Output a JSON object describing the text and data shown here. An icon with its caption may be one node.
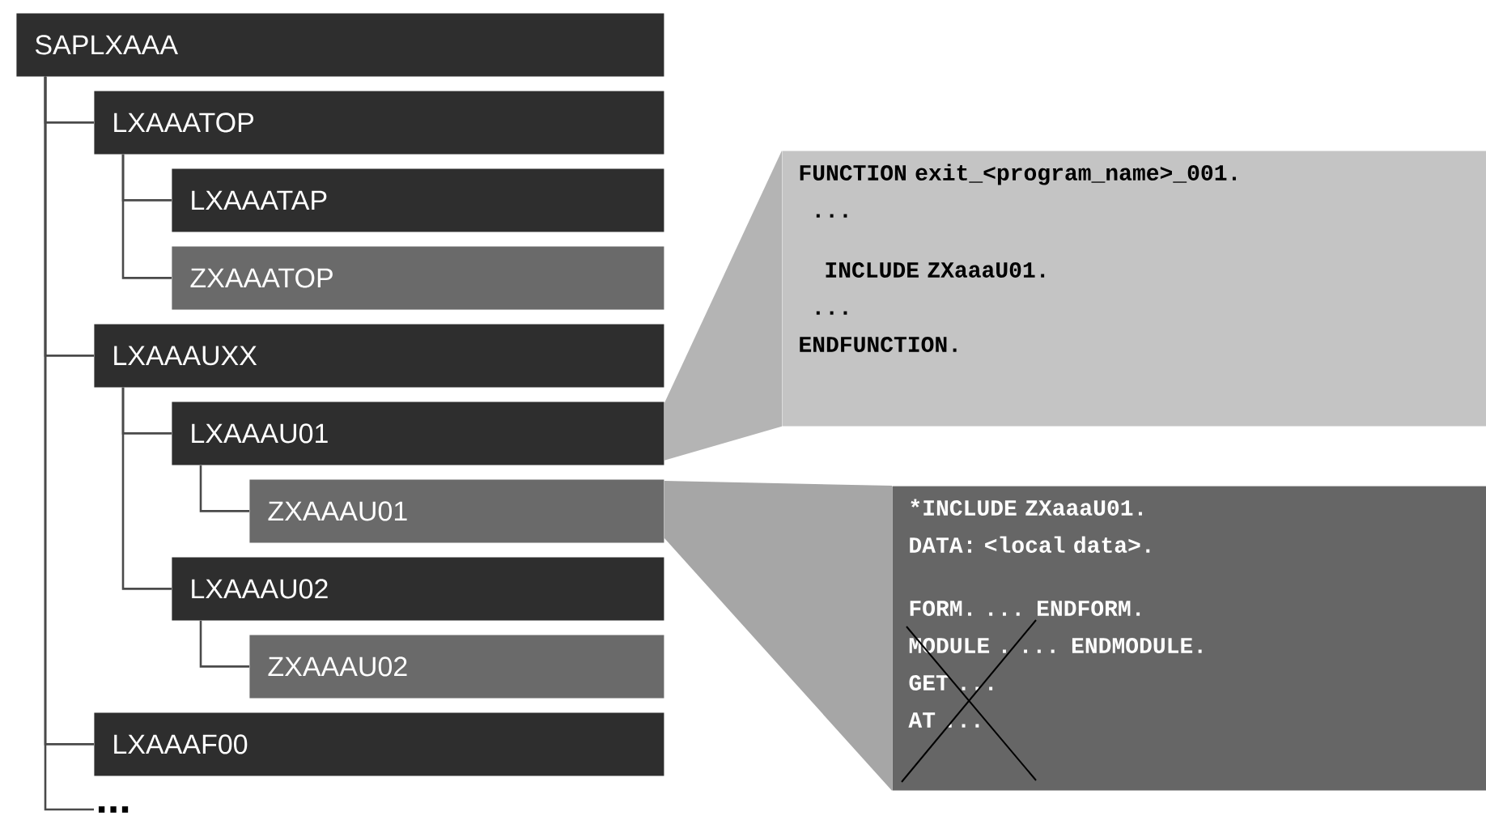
{
  "diagram": {
    "nodes": [
      {
        "text": [
          "SAPLXAAA"
        ]
      },
      {
        "text": [
          "LXAAATOP"
        ]
      },
      {
        "text": [
          "LXAAATAP"
        ]
      },
      {
        "text": [
          "ZXAAATOP"
        ]
      },
      {
        "text": [
          "LXAAAUXX"
        ]
      },
      {
        "text": [
          "LXAAAU01"
        ]
      },
      {
        "text": [
          "ZXAAAU01"
        ]
      },
      {
        "text": [
          "LXAAAU02"
        ]
      },
      {
        "text": [
          "ZXAAAU02"
        ]
      },
      {
        "text": [
          "LXAAAF00"
        ]
      },
      {
        "text": [
          "..."
        ]
      },
      {
        "text": [
          "FUNCTION exit_<program_name>_001.",
          "...",
          "INCLUDE ZXaaaU01.",
          "...",
          "ENDFUNCTION."
        ]
      },
      {
        "text": [
          "*INCLUDE ZXaaaU01.",
          "DATA: <local data>.",
          "FORM.   ... ENDFORM.",
          "MODULE . ... ENDMODULE.",
          "GET ...",
          "AT ..."
        ]
      }
    ],
    "edges": [
      {
        "from": 0,
        "to": 1,
        "arrow": "none"
      },
      {
        "from": 1,
        "to": 2,
        "arrow": "none"
      },
      {
        "from": 1,
        "to": 3,
        "arrow": "none"
      },
      {
        "from": 0,
        "to": 4,
        "arrow": "none"
      },
      {
        "from": 4,
        "to": 5,
        "arrow": "none"
      },
      {
        "from": 5,
        "to": 6,
        "arrow": "none"
      },
      {
        "from": 4,
        "to": 7,
        "arrow": "none"
      },
      {
        "from": 7,
        "to": 8,
        "arrow": "none"
      },
      {
        "from": 0,
        "to": 9,
        "arrow": "none"
      },
      {
        "from": 0,
        "to": 10,
        "arrow": "none"
      },
      {
        "from": 5,
        "to": 11,
        "arrow": "none",
        "color": "#b4b4b4"
      },
      {
        "from": 6,
        "to": 12,
        "arrow": "none",
        "color": "#a6a6a6"
      }
    ]
  }
}
